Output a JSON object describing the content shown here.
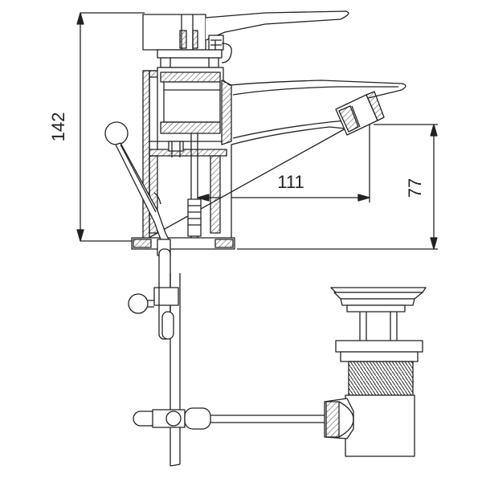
{
  "dimensions": {
    "height_total": "142",
    "spout_reach": "111",
    "spout_height": "77"
  },
  "colors": {
    "line": "#222222",
    "fill": "#ffffff",
    "hatch": "#555555"
  }
}
